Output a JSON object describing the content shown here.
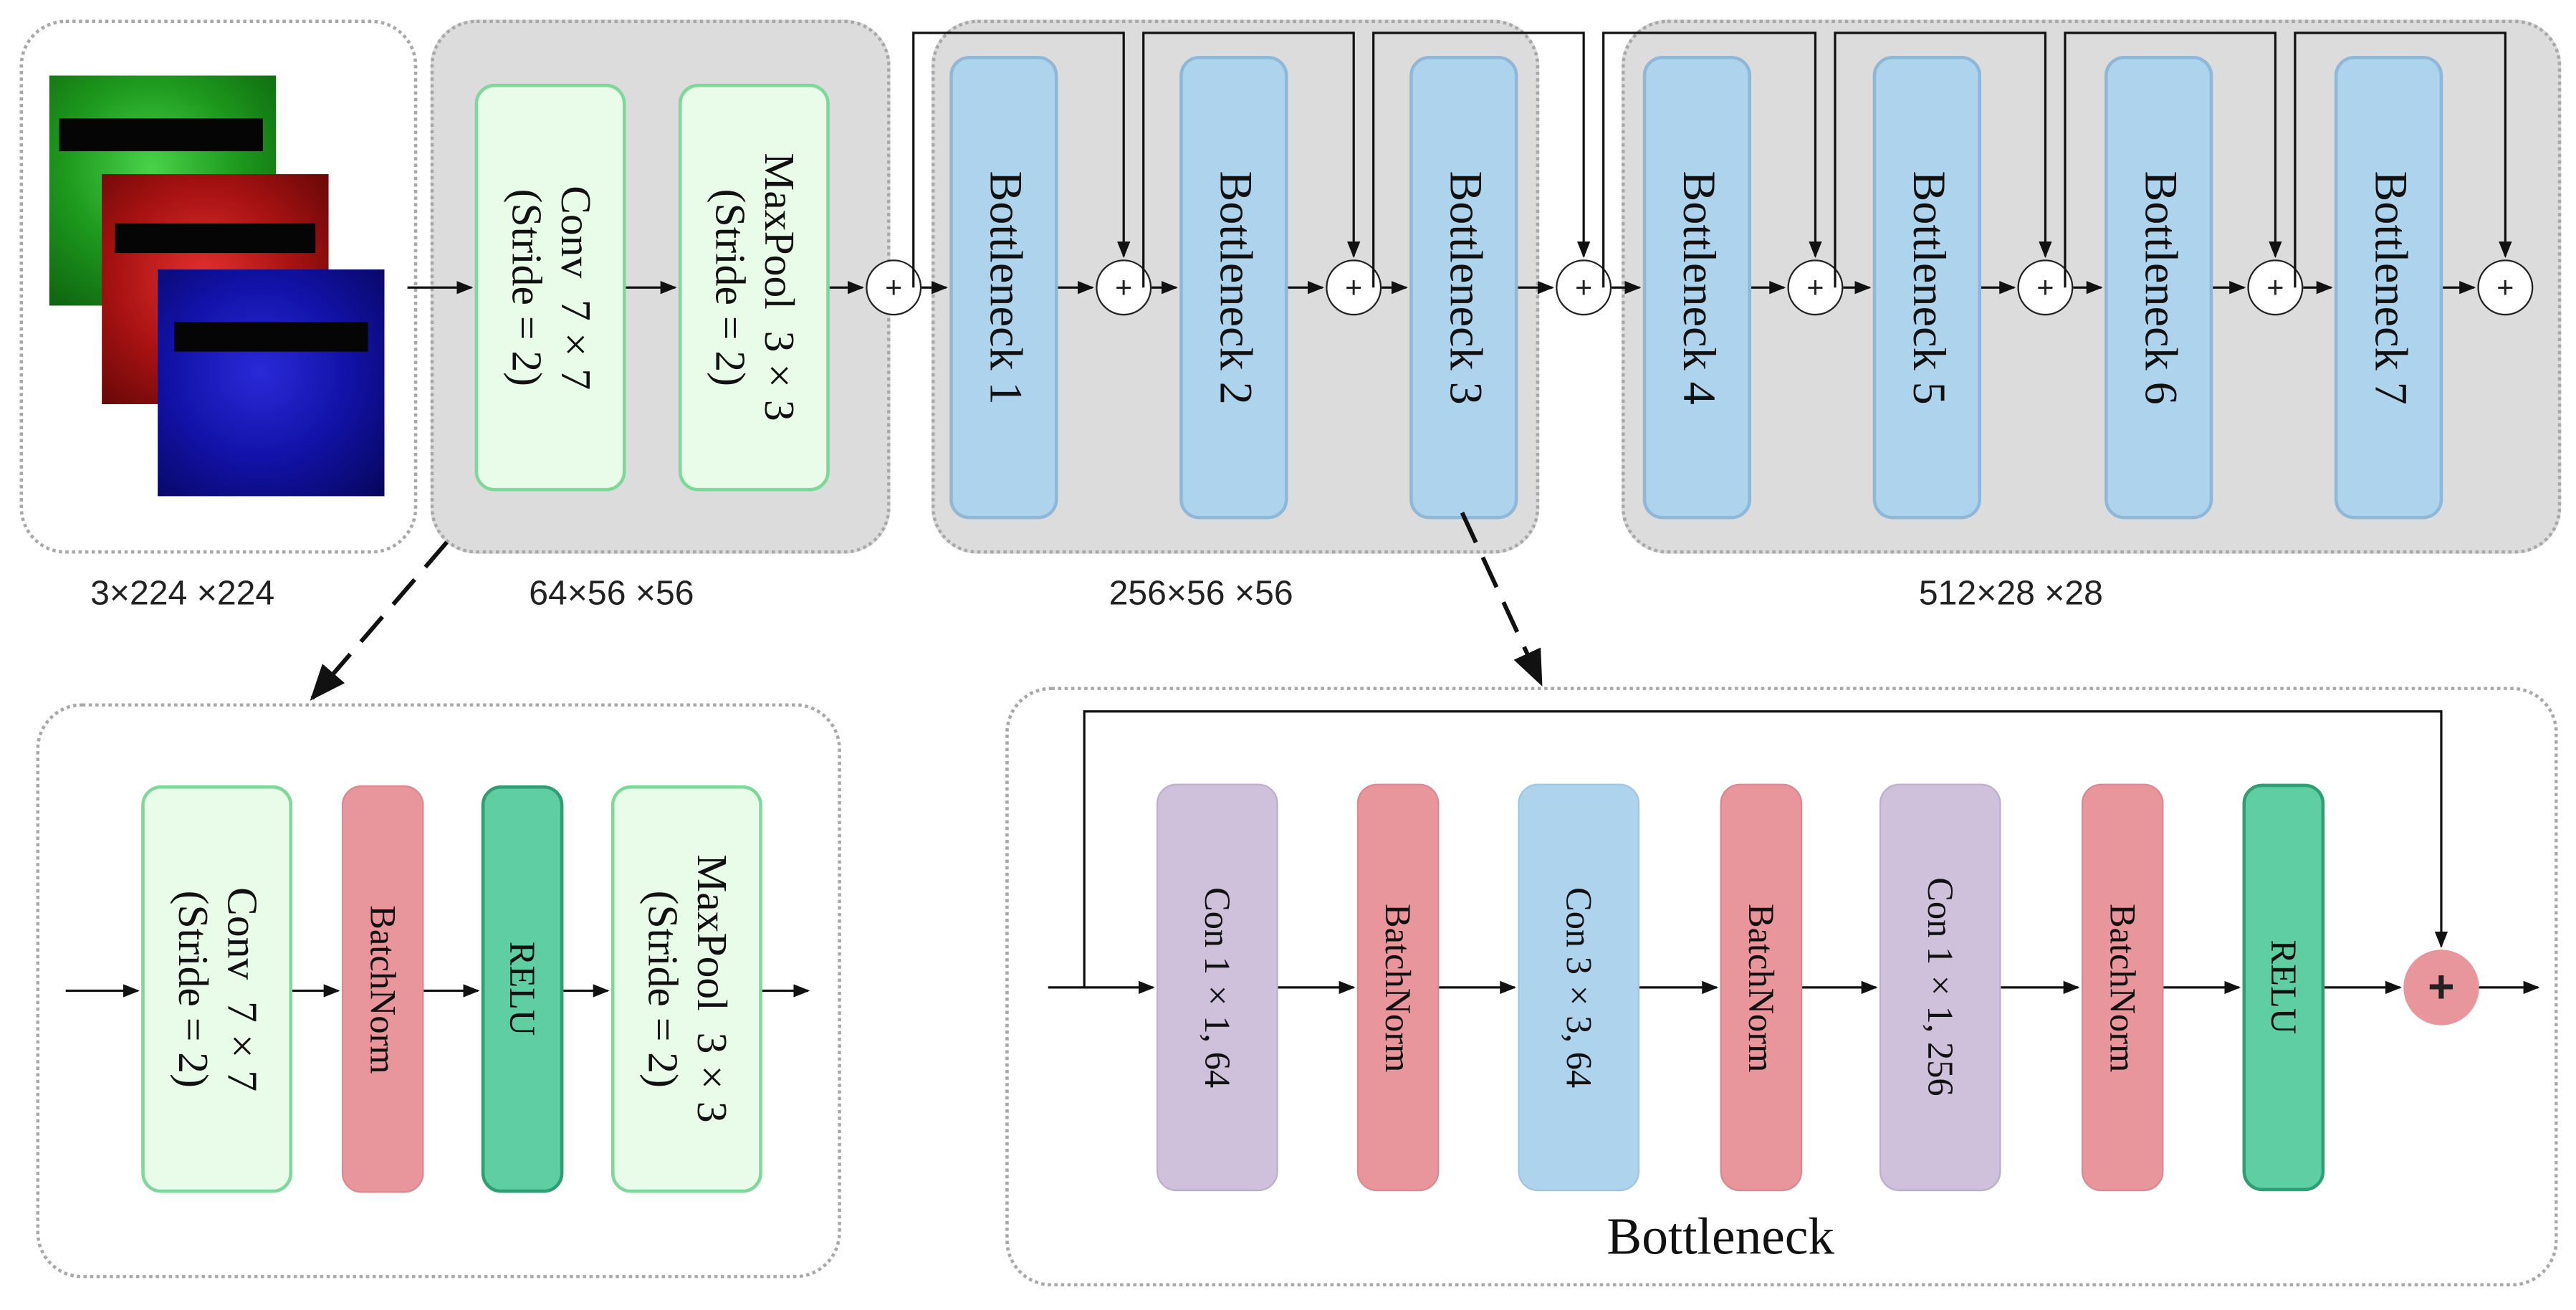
{
  "colors": {
    "green_block": "#e9fbe9",
    "bottleneck_blue": "#aed3ec",
    "batchnorm_pink": "#e8969b",
    "relu_teal": "#5fcfa3",
    "conv1x1_lavender": "#cfc0dc",
    "group_gray": "#dcdcdc"
  },
  "input": {
    "channels": [
      "green",
      "red",
      "blue"
    ],
    "dims": "3×224 ×224"
  },
  "stem": {
    "conv": "Conv  7×7\n(Stride = 2)",
    "maxpool": "MaxPool  3×3\n(Stride = 2)",
    "dims": "64×56 ×56"
  },
  "stage1": {
    "blocks": [
      "Bottleneck 1",
      "Bottleneck 2",
      "Bottleneck 3"
    ],
    "dims": "256×56 ×56"
  },
  "stage2": {
    "blocks": [
      "Bottleneck 4",
      "Bottleneck 5",
      "Bottleneck 6",
      "Bottleneck 7"
    ],
    "dims": "512×28 ×28"
  },
  "plus_symbol": "+",
  "stem_detail": {
    "conv": "Conv  7×7\n(Stride = 2)",
    "batchnorm": "BatchNorm",
    "relu": "RELU",
    "maxpool": "MaxPool  3×3\n(Stride = 2)"
  },
  "bottleneck_detail": {
    "conv1": "Con 1×1, 64",
    "bn1": "BatchNorm",
    "conv2": "Con 3×3, 64",
    "bn2": "BatchNorm",
    "conv3": "Con 1×1, 256",
    "bn3": "BatchNorm",
    "relu": "RELU",
    "caption": "Bottleneck"
  }
}
